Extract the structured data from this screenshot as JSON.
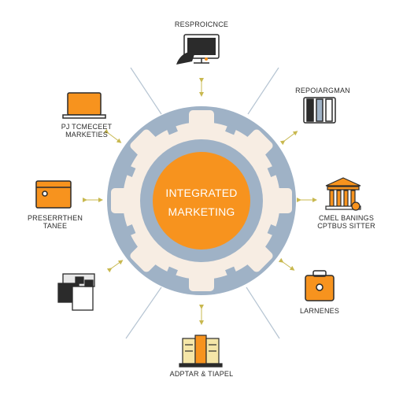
{
  "center": {
    "line1": "INTEGRATED",
    "line2": "MARKETING"
  },
  "nodes": {
    "top": {
      "label": "RESPROICNCE",
      "icon": "monitor-icon"
    },
    "top_right": {
      "label": "REPOIARGMAN",
      "icon": "film-strip-icon"
    },
    "right": {
      "label_line1": "CMEL BANINGS",
      "label_line2": "CPTBUS SITTER",
      "icon": "columns-building-icon"
    },
    "bottom_right": {
      "label": "LARNENES",
      "icon": "briefcase-icon"
    },
    "bottom": {
      "label": "ADPTAR & TIAPEL",
      "icon": "books-icon"
    },
    "bottom_left": {
      "label": "",
      "icon": "archive-box-icon"
    },
    "left": {
      "label_line1": "PRESERRTHEN",
      "label_line2": "TANEE",
      "icon": "folder-icon"
    },
    "top_left": {
      "label_line1": "PJ TCMECEET",
      "label_line2": "MARKETIES",
      "icon": "laptop-icon"
    }
  },
  "colors": {
    "accent": "#f7931e",
    "ring": "#9fb2c6",
    "gear": "#f7ede3",
    "connector": "#d0c070",
    "outline": "#2b2b2b"
  }
}
